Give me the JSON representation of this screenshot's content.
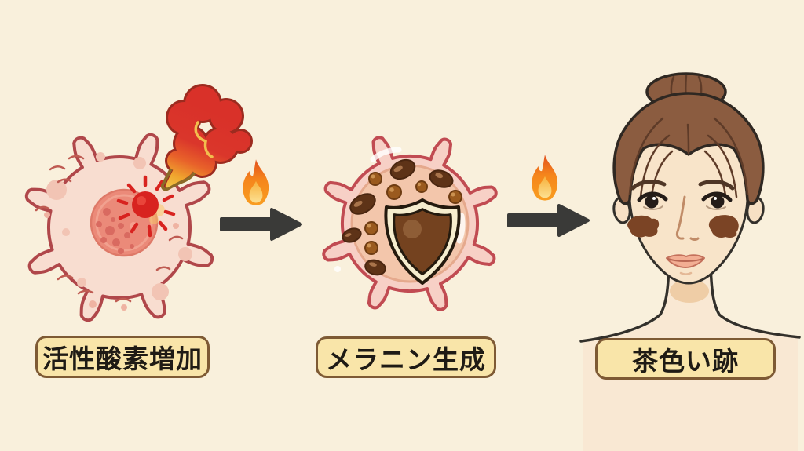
{
  "figure": {
    "title": "",
    "steps": [
      {
        "id": "step-1",
        "label": "活性酸素増加",
        "illustration": "damaged-cell-with-ros-burst-and-red-smoke"
      },
      {
        "id": "step-2",
        "label": "メラニン生成",
        "illustration": "melanin-cell-with-shield-and-granules"
      },
      {
        "id": "step-3",
        "label": "茶色い跡",
        "illustration": "woman-face-with-brown-cheek-spots"
      }
    ],
    "connectors": [
      {
        "icon": "flame-icon",
        "arrow": "arrow-right-icon"
      },
      {
        "icon": "flame-icon",
        "arrow": "arrow-right-icon"
      }
    ],
    "colors": {
      "bg": "#F9F0DC",
      "label_fill": "#F9E5A9",
      "label_border": "#7E5A34",
      "label_text": "#1F1B15",
      "arrow": "#3A3A38",
      "cell_fill": "#F8DDD0",
      "cell_outline": "#B0474A",
      "nucleus": "#EB8A79",
      "ros_red": "#D8231F",
      "smoke_red": "#D93129",
      "flame_orange": "#F5861C",
      "flame_inner": "#FBD97E",
      "melanin_dark": "#5E3317",
      "melanin_light": "#9A5A1E",
      "shield_brown": "#74421F",
      "shield_cream": "#F6EDCE",
      "skin": "#F8E4C9",
      "hair_brown": "#8B5C40",
      "spot_brown": "#7B4425"
    }
  }
}
